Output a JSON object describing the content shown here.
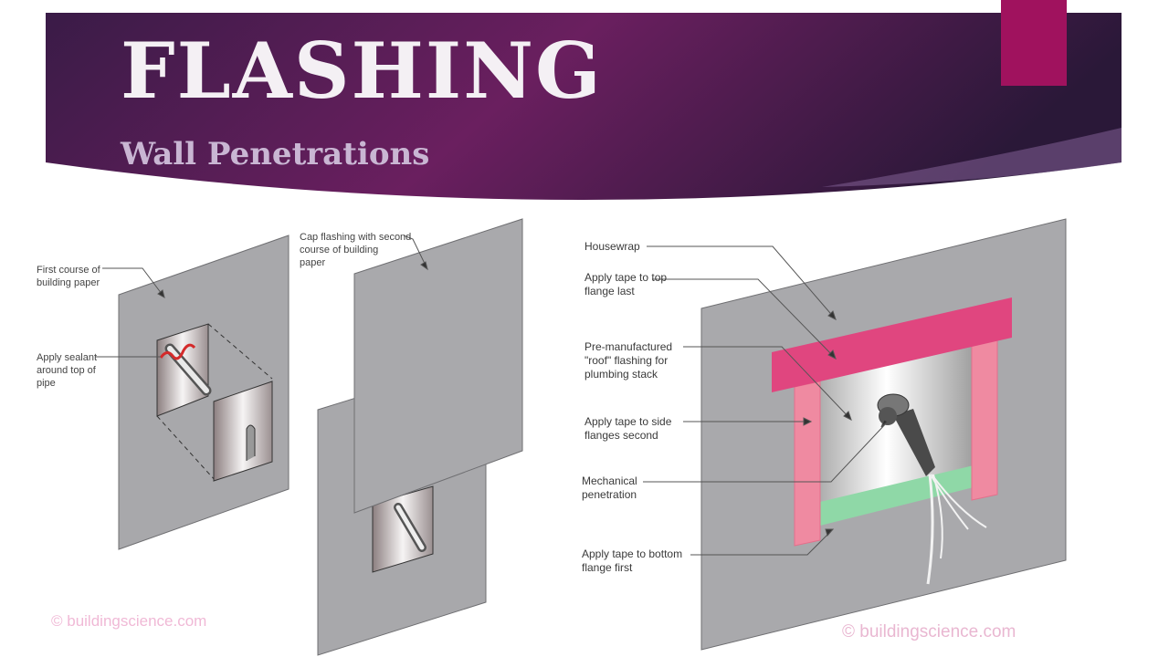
{
  "slide": {
    "title": "FLASHING",
    "subtitle": "Wall Penetrations",
    "accent_color": "#a0125e",
    "banner_colors": [
      "#3a1b47",
      "#6a1f5f",
      "#2a1838"
    ]
  },
  "left_figure": {
    "labels": {
      "first_course": "First course of\nbuilding paper",
      "sealant": "Apply sealant\naround top of\npipe",
      "cap_flashing": "Cap flashing with second\ncourse of building\npaper"
    },
    "credit": "© buildingscience.com"
  },
  "right_figure": {
    "labels": {
      "housewrap": "Housewrap",
      "tape_top": "Apply tape to top\nflange last",
      "roof_flashing": "Pre-manufactured\n\"roof\" flashing for\nplumbing stack",
      "tape_side": "Apply tape to side\nflanges second",
      "mechanical": "Mechanical\npenetration",
      "tape_bottom": "Apply tape to bottom\nflange first"
    },
    "colors": {
      "top_tape": "#e0467f",
      "side_tape": "#ef8aa1",
      "bottom_tape": "#8fd8a7"
    },
    "credit": "© buildingscience.com"
  }
}
